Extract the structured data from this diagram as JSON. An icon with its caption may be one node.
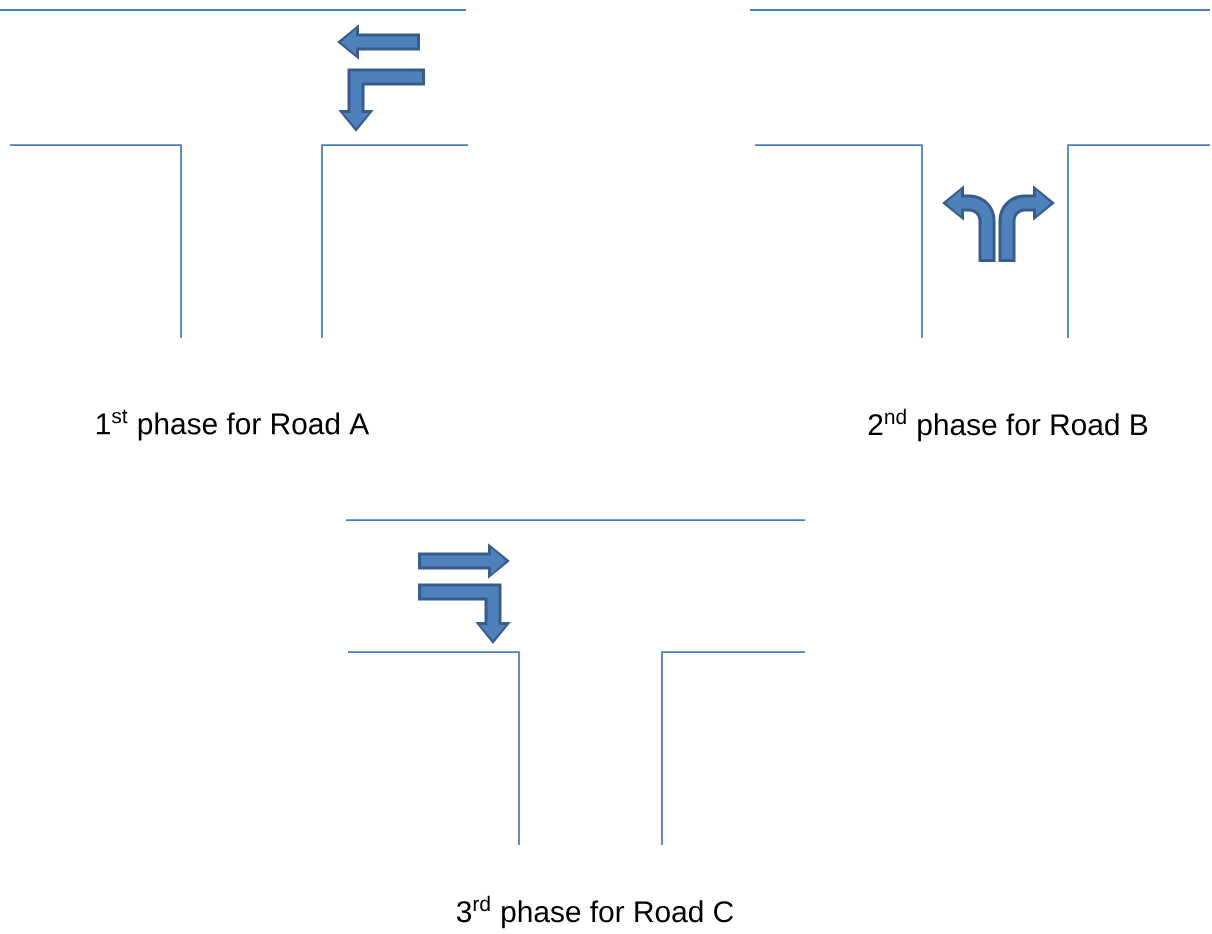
{
  "diagram": {
    "labels": [
      "1$^{st}$ phase for Road A",
      "2$^{nd}$ phase for Road B",
      "3$^{rd}$ phase for Road C"
    ]
  }
}
